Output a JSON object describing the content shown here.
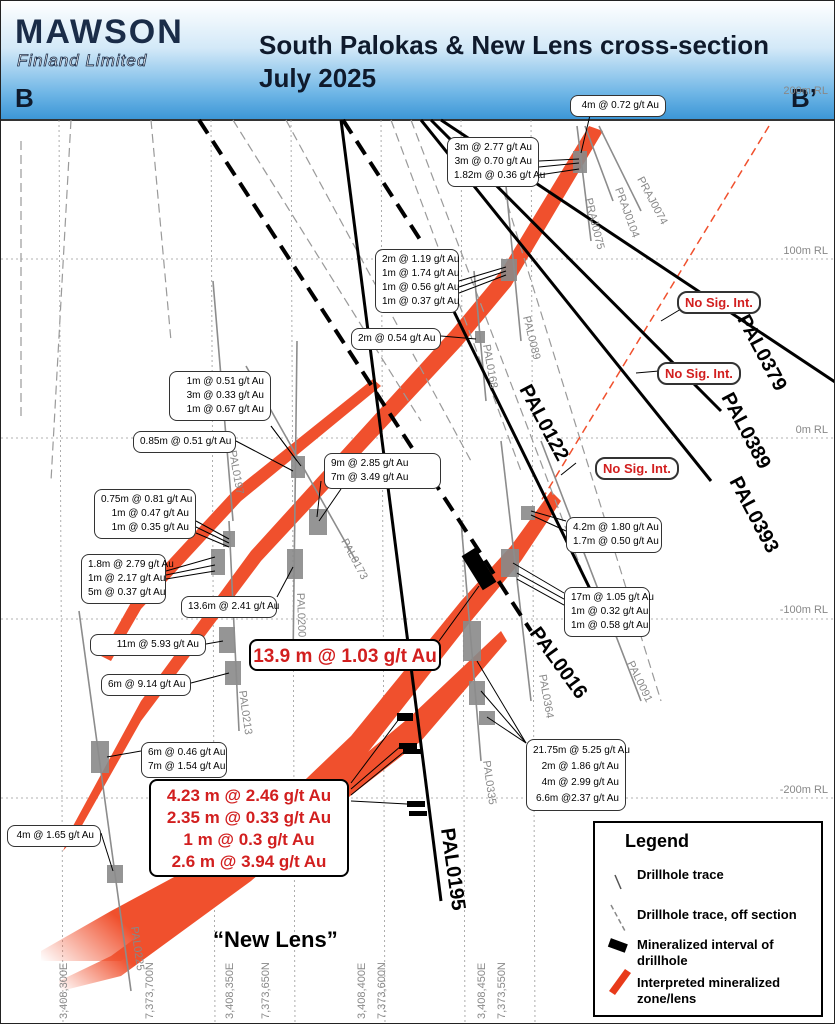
{
  "header": {
    "logo_main": "MAWSON",
    "logo_sub": "Finland Limited",
    "title_line1": "South Palokas & New Lens cross-section",
    "title_line2": "July 2025",
    "section_left": "B",
    "section_right": "B’"
  },
  "elevations": [
    "200m RL",
    "100m RL",
    "0m RL",
    "-100m RL",
    "-200m RL"
  ],
  "eastings": [
    "3,408,300E",
    "3,408,350E",
    "3,408,400E",
    "3,408,450E"
  ],
  "northings": [
    "7,373,700N",
    "7,373,650N",
    "7,373,600N",
    "7,373,550N"
  ],
  "drillholes_bold": [
    "PAL0379",
    "PAL0389",
    "PAL0393",
    "PAL0122",
    "PAL0016",
    "PAL0195"
  ],
  "drillholes_minor": [
    "PRAJ0074",
    "PRAJ0104",
    "PRAJ0075",
    "PAL0089",
    "PAL0168",
    "PAL0197",
    "PAL0173",
    "PAL0200",
    "PAL0213",
    "PAL0364",
    "PAL0091",
    "PAL0335",
    "PAL0225"
  ],
  "intercepts": {
    "b1": [
      "4m @ 0.72 g/t Au"
    ],
    "b2": [
      "3m @ 2.77 g/t Au",
      "3m @ 0.70 g/t Au",
      "1.82m @ 0.36 g/t Au"
    ],
    "b3": [
      "2m @ 1.19 g/t Au",
      "1m @ 1.74 g/t Au",
      "1m @ 0.56 g/t Au",
      "1m @ 0.37 g/t Au"
    ],
    "b4": [
      "2m @ 0.54 g/t Au"
    ],
    "b5": [
      "1m @ 0.51 g/t Au",
      "3m @ 0.33 g/t Au",
      "1m @ 0.67 g/t Au"
    ],
    "b6": [
      "0.85m @ 0.51 g/t Au"
    ],
    "b7": [
      "9m @ 2.85 g/t Au",
      "7m @ 3.49 g/t Au"
    ],
    "b8": [
      "0.75m @ 0.81 g/t Au",
      "1m @ 0.47 g/t Au",
      "1m @ 0.35 g/t Au"
    ],
    "b9": [
      "4.2m @ 1.80 g/t Au",
      "1.7m @ 0.50 g/t Au"
    ],
    "b10": [
      "1.8m @ 2.79 g/t Au",
      "1m @ 2.17 g/t Au",
      "5m @ 0.37 g/t Au"
    ],
    "b11": [
      "17m @ 1.05 g/t Au",
      "1m @ 0.32 g/t Au",
      "1m @ 0.58 g/t Au"
    ],
    "b12": [
      "13.6m @ 2.41 g/t Au"
    ],
    "b13": [
      "11m @ 5.93 g/t Au"
    ],
    "b14": [
      "6m @ 9.14 g/t Au"
    ],
    "b15": [
      "6m @ 0.46 g/t Au",
      "7m @ 1.54 g/t Au"
    ],
    "b16": [
      "21.75m @ 5.25 g/t Au",
      "2m @ 1.86 g/t Au",
      "4m @ 2.99 g/t Au",
      "6.6m @2.37 g/t Au"
    ],
    "b17": [
      "4m @ 1.65 g/t Au"
    ]
  },
  "highlight_single": "13.9 m @ 1.03 g/t Au",
  "highlight_multi": [
    "4.23 m @ 2.46 g/t Au",
    "2.35 m @ 0.33 g/t Au",
    "1 m @ 0.3 g/t Au",
    "2.6 m @ 3.94 g/t Au"
  ],
  "no_sig": "No Sig. Int.",
  "new_lens": "“New Lens”",
  "legend": {
    "title": "Legend",
    "items": [
      "Drillhole trace",
      "Drillhole trace, off section",
      "Mineralized interval of drillhole",
      "Interpreted mineralized zone/lens"
    ]
  },
  "colors": {
    "lens": "#f0502d",
    "highlight": "#d21f1f",
    "header": "#3c96d6"
  }
}
